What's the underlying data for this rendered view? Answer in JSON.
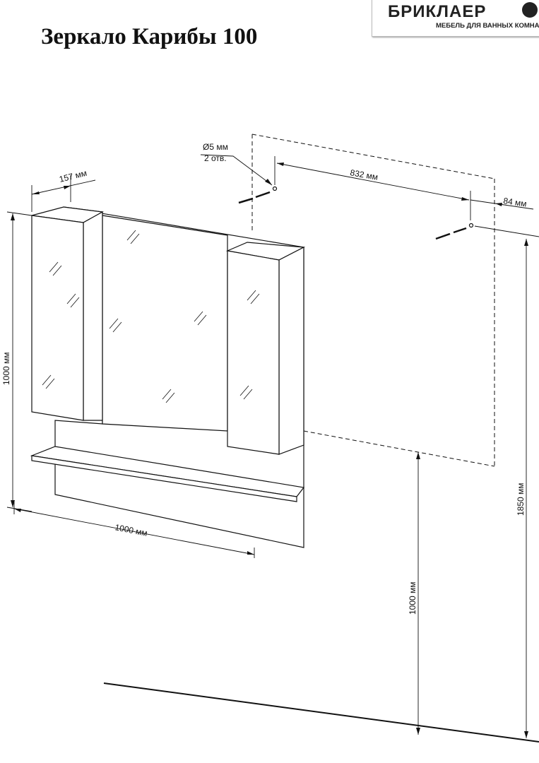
{
  "title": "Зеркало Карибы 100",
  "logo": {
    "brand": "БРИКЛАЕР",
    "tagline": "МЕБЕЛЬ ДЛЯ ВАННЫХ КОМНАТ"
  },
  "dimensions": {
    "hole_diameter": "Ø5 мм",
    "hole_count": "2 отв.",
    "hole_spacing": "832 мм",
    "hole_offset": "84 мм",
    "depth": "157 мм",
    "height": "1000 мм",
    "width": "1000 мм",
    "mount_height": "1850 мм",
    "bottom_height": "1000 мм"
  }
}
